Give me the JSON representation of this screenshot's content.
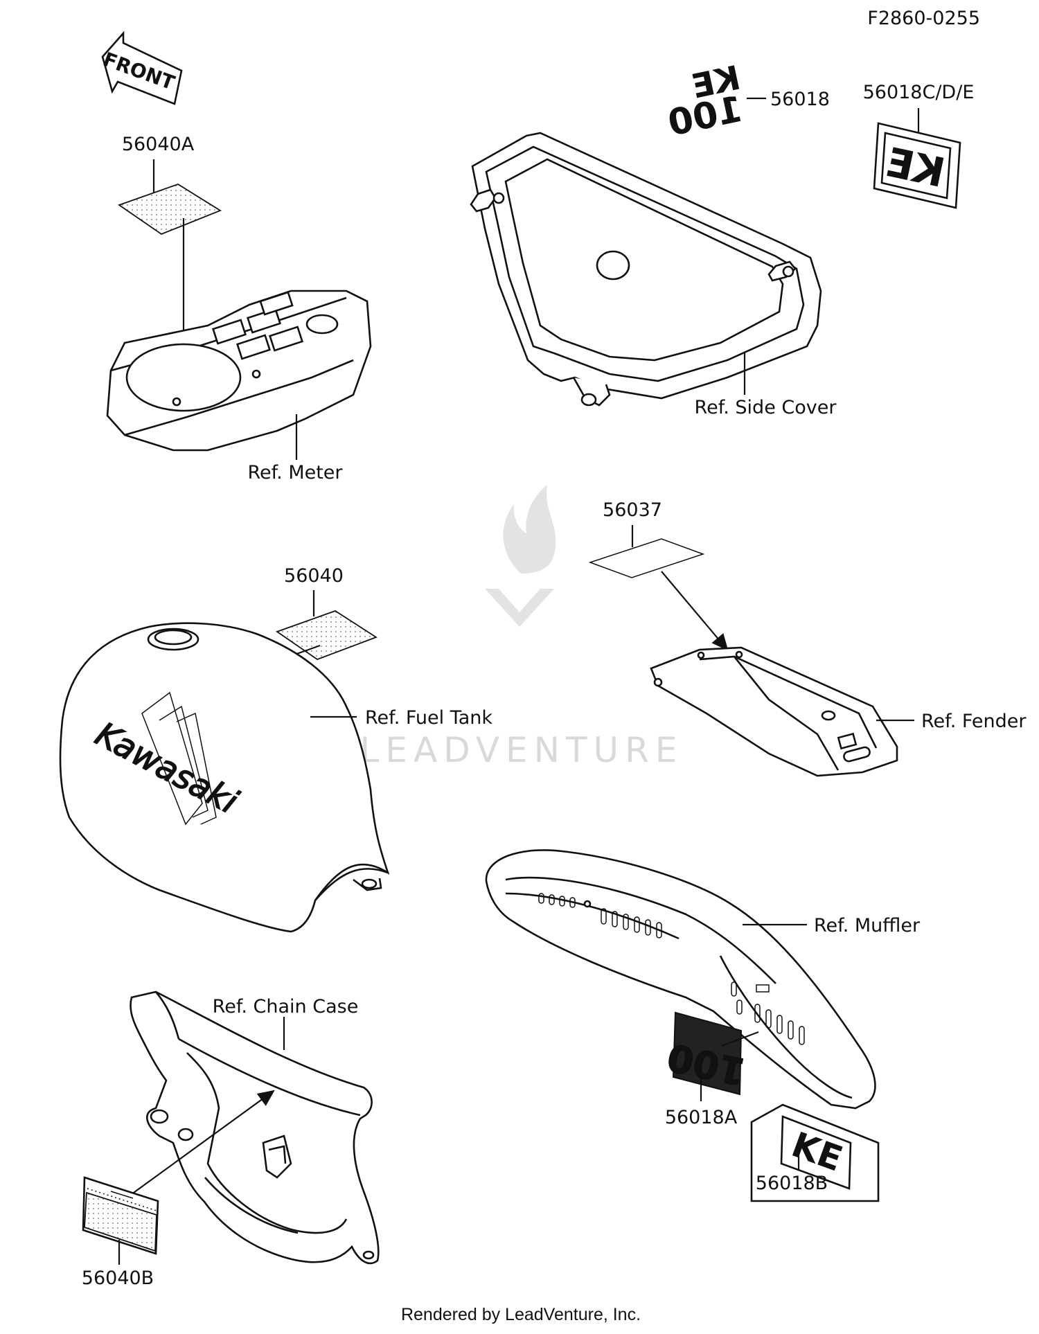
{
  "diagram": {
    "code": "F2860-0255",
    "front_arrow": "FRONT",
    "parts": {
      "p56040A": "56040A",
      "p56018": "56018",
      "p56018CDE": "56018C/D/E",
      "p56037": "56037",
      "p56040": "56040",
      "p56018A": "56018A",
      "p56018B": "56018B",
      "p56040B": "56040B"
    },
    "refs": {
      "meter": "Ref. Meter",
      "side_cover": "Ref. Side Cover",
      "fuel_tank": "Ref. Fuel Tank",
      "fender": "Ref. Fender",
      "muffler": "Ref. Muffler",
      "chain_case": "Ref. Chain Case"
    },
    "decals": {
      "ke": "KE",
      "num100": "100",
      "kawasaki": "Kawasaki"
    },
    "watermark": "LEADVENTURE",
    "footer": "Rendered by LeadVenture, Inc."
  }
}
